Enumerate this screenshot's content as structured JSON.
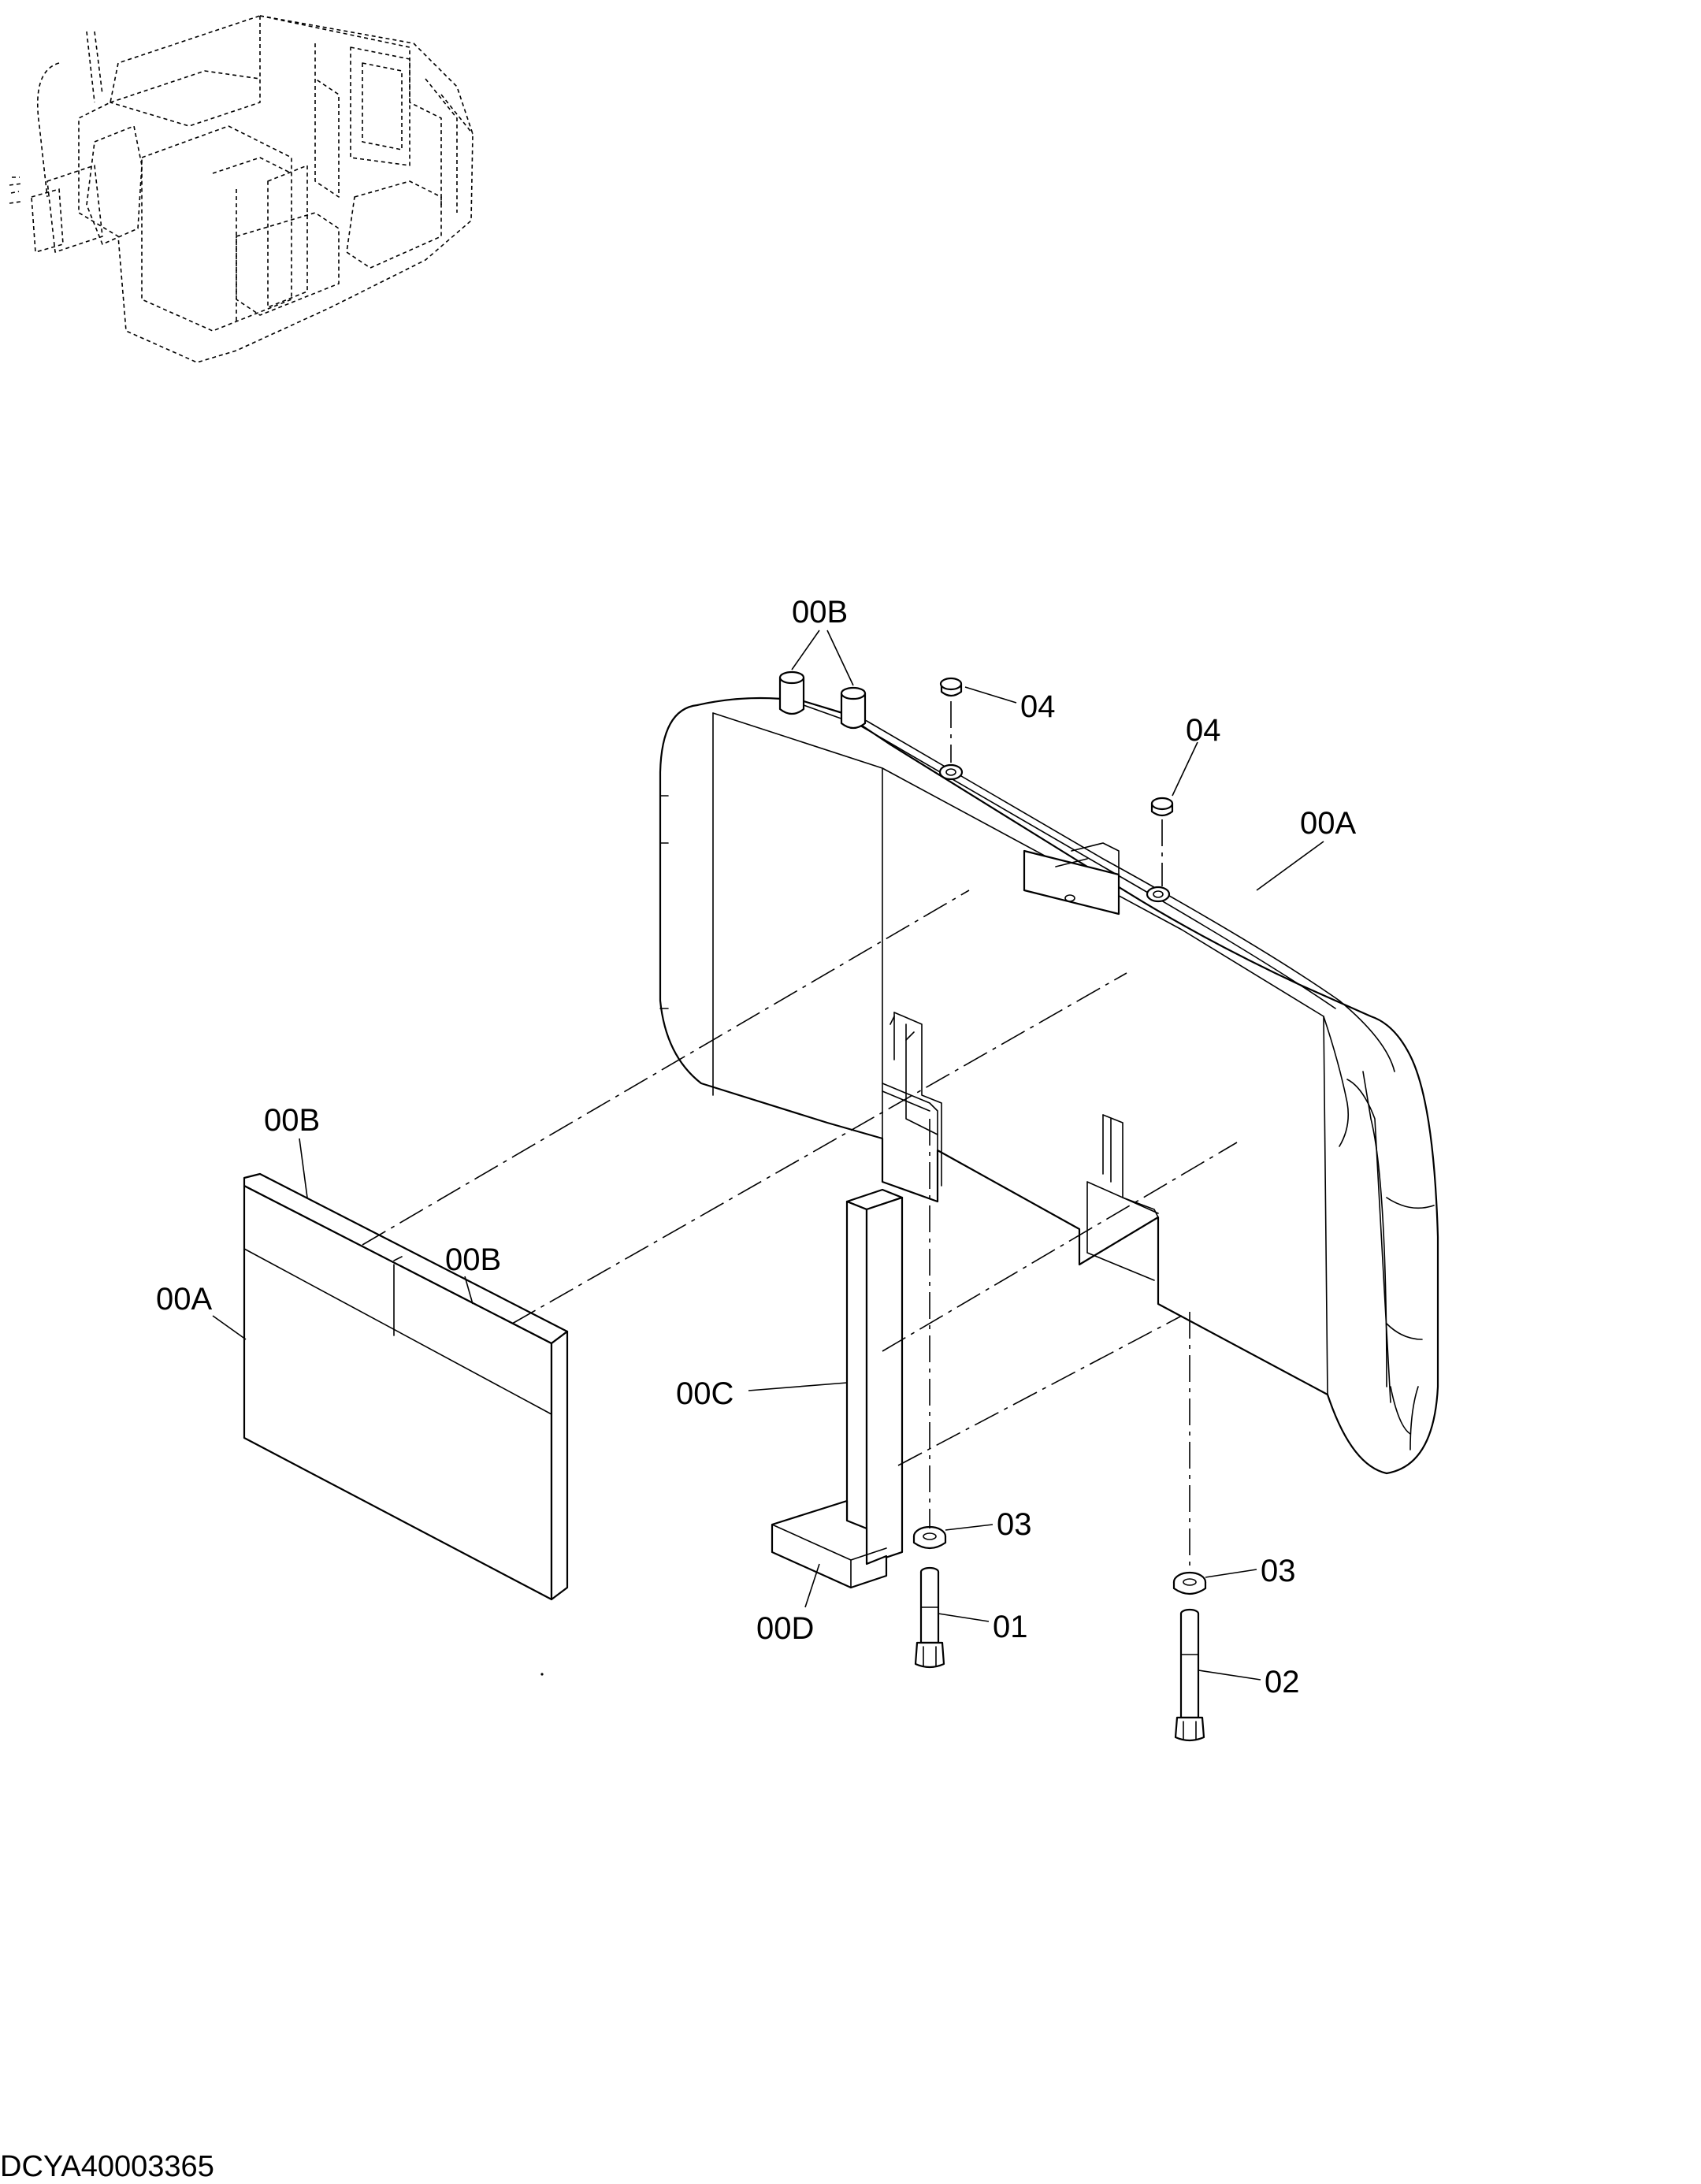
{
  "callouts": {
    "c00B_top": "00B",
    "c04_a": "04",
    "c04_b": "04",
    "c00A_right": "00A",
    "c00B_left": "00B",
    "c00A_left": "00A",
    "c00B_mid": "00B",
    "c00C": "00C",
    "c03_a": "03",
    "c03_b": "03",
    "c00D": "00D",
    "c01": "01",
    "c02": "02"
  },
  "doc_id": "DCYA40003365"
}
